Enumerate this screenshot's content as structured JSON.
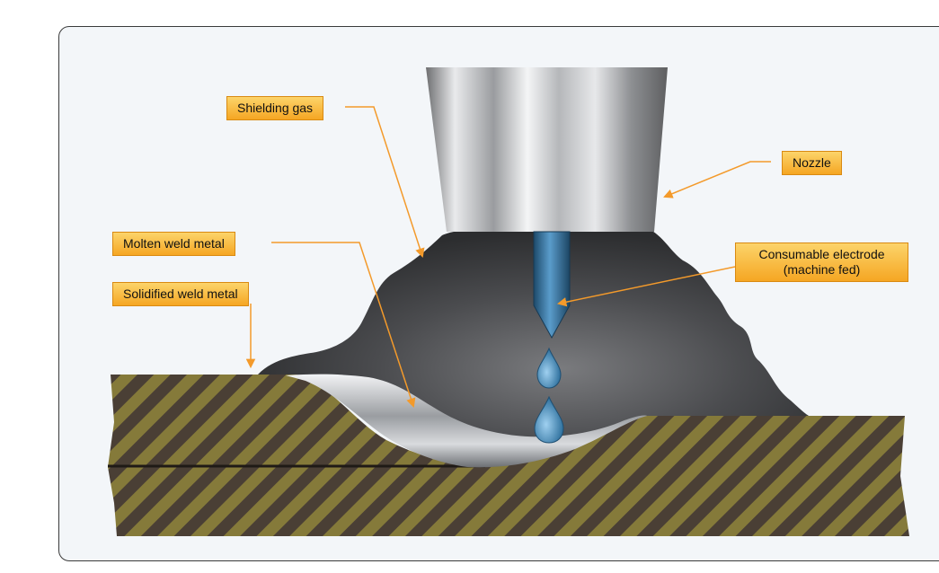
{
  "labels": {
    "shielding_gas": "Shielding gas",
    "nozzle": "Nozzle",
    "molten_weld_metal": "Molten weld metal",
    "solidified_weld_metal": "Solidified weld metal",
    "consumable_electrode_line1": "Consumable electrode",
    "consumable_electrode_line2": "(machine fed)"
  },
  "colors": {
    "callout_fill": "#f7b733",
    "leader_line": "#f39a2b",
    "gas_cloud": "#3d3e40",
    "base_metal_dark": "#4a3f35",
    "base_metal_stripe": "#857a3a",
    "electrode": "#2e6d99"
  },
  "icons": {
    "nozzle": "steel-nozzle-shape",
    "electrode": "electrode-wire-shape",
    "droplet": "molten-droplet-shape"
  }
}
